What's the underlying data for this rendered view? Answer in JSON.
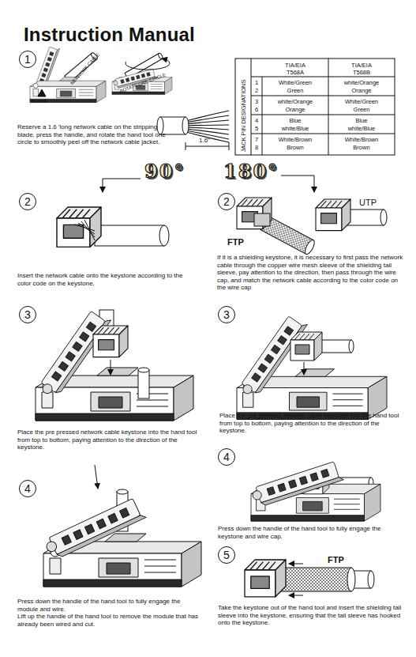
{
  "diagram": {
    "title": "Instruction Manual",
    "labels": [
      "1",
      "NETWORK CABLE",
      "BLADE",
      "ROTATE ONE CIRCLE",
      "1.6\"",
      "Reserve a 1.6 'long network cable on the stripping blade, press the handle, and rotate the hand tool one circle to smoothly peel off the network cable jacket.",
      "JACK PIN DESIGNATIONS",
      "TIA/EIA T568A",
      "TIA/EIA T568B",
      "1",
      "2",
      "White/Green",
      "Green",
      "white/Orange",
      "Orange",
      "3",
      "6",
      "white/Orange",
      "Orange",
      "White/Green",
      "Green",
      "4",
      "5",
      "Blue",
      "white/Blue",
      "Blue",
      "white/Blue",
      "7",
      "8",
      "White/Brown",
      "Brown",
      "White/Brown",
      "Brown",
      "90°",
      "180°",
      "2",
      "Insert the network cable onto the keystone according to the color code on the keystone.",
      "3",
      "Place the pre pressed network cable keystone into the hand tool from top to bottom, paying attention to the direction of the keystone.",
      "4",
      "Press down the handle of the hand tool to fully engage the module and wire.",
      "Lift up the handle of the hand tool to remove the module that has already been wired and cut.",
      "2",
      "UTP",
      "FTP",
      "If it is a shielding keystone, it is necessary to first pass the network cable through the copper wire mesh sleeve of the shielding tail sleeve, pay attention to the direction, then pass through the wire cap, and match the network cable according to the color code on the wire cap",
      "3",
      "Place the pre pressed network cable keystone into the hand tool from top to bottom, paying attention to the direction of the keystone.",
      "4",
      "Press down the handle of the hand tool to fully engage the keystone and wire cap.",
      "5",
      "FTP",
      "Take the keystone out of the hand tool and insert the shielding tail sleeve into the keystone, ensuring that the tail sleeve has hooked onto the keystone."
    ]
  }
}
